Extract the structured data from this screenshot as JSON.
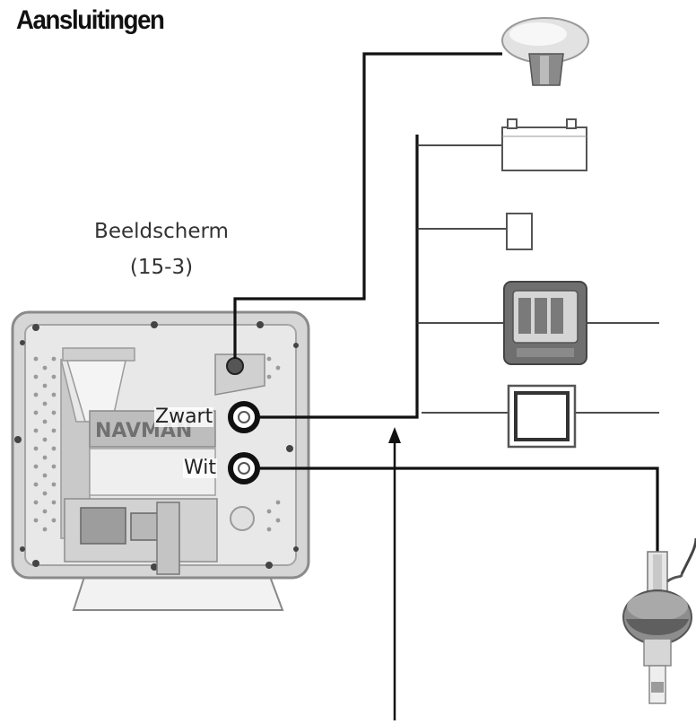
{
  "title": "Aansluitingen",
  "display": {
    "name": "Beeldscherm",
    "model": "(15-3)",
    "brand_text": "NAVMAN"
  },
  "ports": {
    "black_label": "Zwart",
    "white_label": "Wit"
  },
  "devices": [
    {
      "icon": "gps-antenna-icon"
    },
    {
      "icon": "battery-icon"
    },
    {
      "icon": "fuse-icon"
    },
    {
      "icon": "instrument-display-icon"
    },
    {
      "icon": "nmea-junction-box-icon"
    },
    {
      "icon": "fuel-flow-sensor-icon"
    }
  ],
  "colors": {
    "line": "#111111",
    "housing": "#d9d9d9",
    "panel": "#6f6f6f"
  }
}
